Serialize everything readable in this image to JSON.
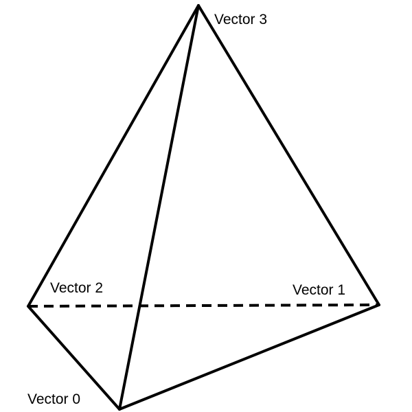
{
  "diagram": {
    "vertices": [
      {
        "id": "v0",
        "label": "Vector 0"
      },
      {
        "id": "v1",
        "label": "Vector 1"
      },
      {
        "id": "v2",
        "label": "Vector 2"
      },
      {
        "id": "v3",
        "label": "Vector 3"
      }
    ],
    "edges": [
      {
        "from": "v0",
        "to": "v1",
        "style": "solid"
      },
      {
        "from": "v0",
        "to": "v2",
        "style": "solid"
      },
      {
        "from": "v0",
        "to": "v3",
        "style": "solid"
      },
      {
        "from": "v1",
        "to": "v3",
        "style": "solid"
      },
      {
        "from": "v2",
        "to": "v3",
        "style": "solid"
      },
      {
        "from": "v2",
        "to": "v1",
        "style": "dashed"
      }
    ],
    "colors": {
      "line": "#000000",
      "background": "#ffffff"
    }
  }
}
